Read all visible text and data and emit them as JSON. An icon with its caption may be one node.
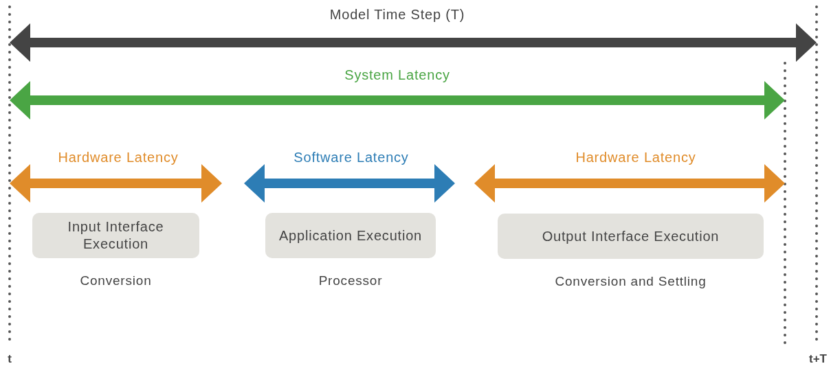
{
  "diagram": {
    "nodes": [
      {
        "text": [
          "Input Interface Execution"
        ],
        "beside": [
          "Conversion"
        ]
      },
      {
        "text": [
          "Application Execution"
        ],
        "beside": [
          "Processor"
        ]
      },
      {
        "text": [
          "Output Interface Execution"
        ],
        "beside": [
          "Conversion and Settling"
        ]
      }
    ],
    "labels": [
      "Model Time Step (T)",
      "System Latency",
      "Hardware Latency",
      "Software Latency",
      "Hardware Latency",
      "t",
      "t+T"
    ]
  }
}
